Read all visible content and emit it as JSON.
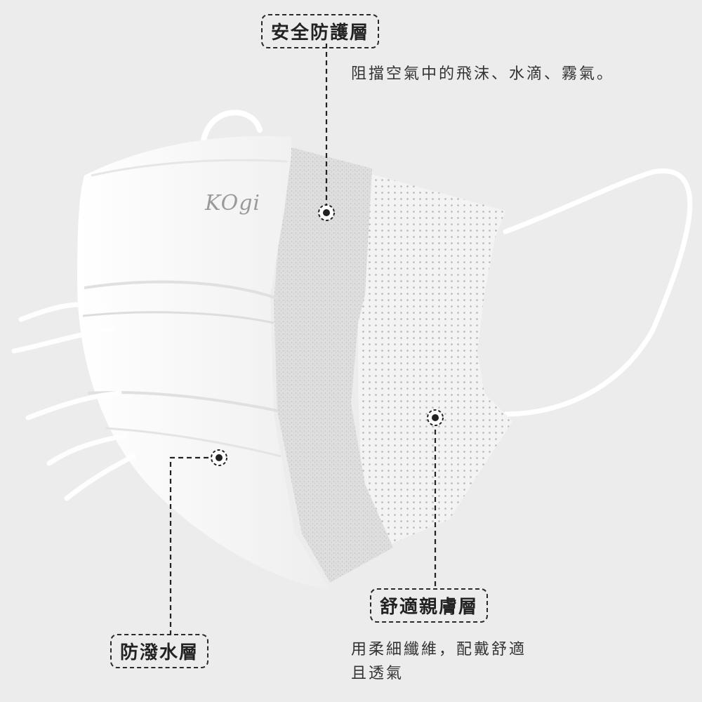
{
  "brand": {
    "logo_text": "KOgi"
  },
  "layers": {
    "safety": {
      "title": "安全防護層",
      "description": "阻擋空氣中的飛沫、水滴、霧氣。"
    },
    "comfort": {
      "title": "舒適親膚層",
      "description_line1": "用柔細纖維，配戴舒適",
      "description_line2": "且透氣"
    },
    "waterproof": {
      "title": "防潑水層"
    }
  },
  "colors": {
    "background": "#ececec",
    "mask_outer": "#f7f7f7",
    "mask_middle": "#e2e2e2",
    "mask_inner": "#f0f0f0",
    "ear_loop": "#ffffff",
    "callout": "#222222"
  }
}
